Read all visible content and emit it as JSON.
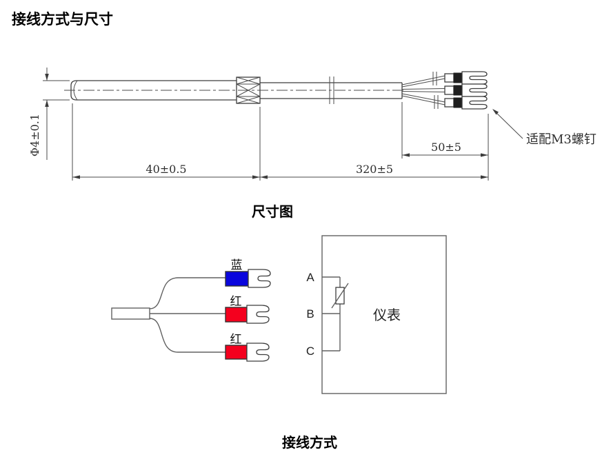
{
  "page": {
    "title": "接线方式与尺寸",
    "background": "#ffffff",
    "line_color": "#3c3c3c"
  },
  "dimension_diagram": {
    "caption": "尺寸图",
    "dims": {
      "diameter": "Φ4±0.1",
      "probe_length": "40±0.5",
      "cable_length": "320±5",
      "lead_length": "50±5"
    },
    "terminal_note": "适配M3螺钉"
  },
  "wiring_diagram": {
    "caption": "接线方式",
    "wires": [
      {
        "label": "蓝",
        "color": "#0a06dd",
        "terminal": "A"
      },
      {
        "label": "红",
        "color": "#f4001e",
        "terminal": "B"
      },
      {
        "label": "红",
        "color": "#f4001e",
        "terminal": "C"
      }
    ],
    "terminals": [
      "A",
      "B",
      "C"
    ],
    "instrument_label": "仪表"
  }
}
